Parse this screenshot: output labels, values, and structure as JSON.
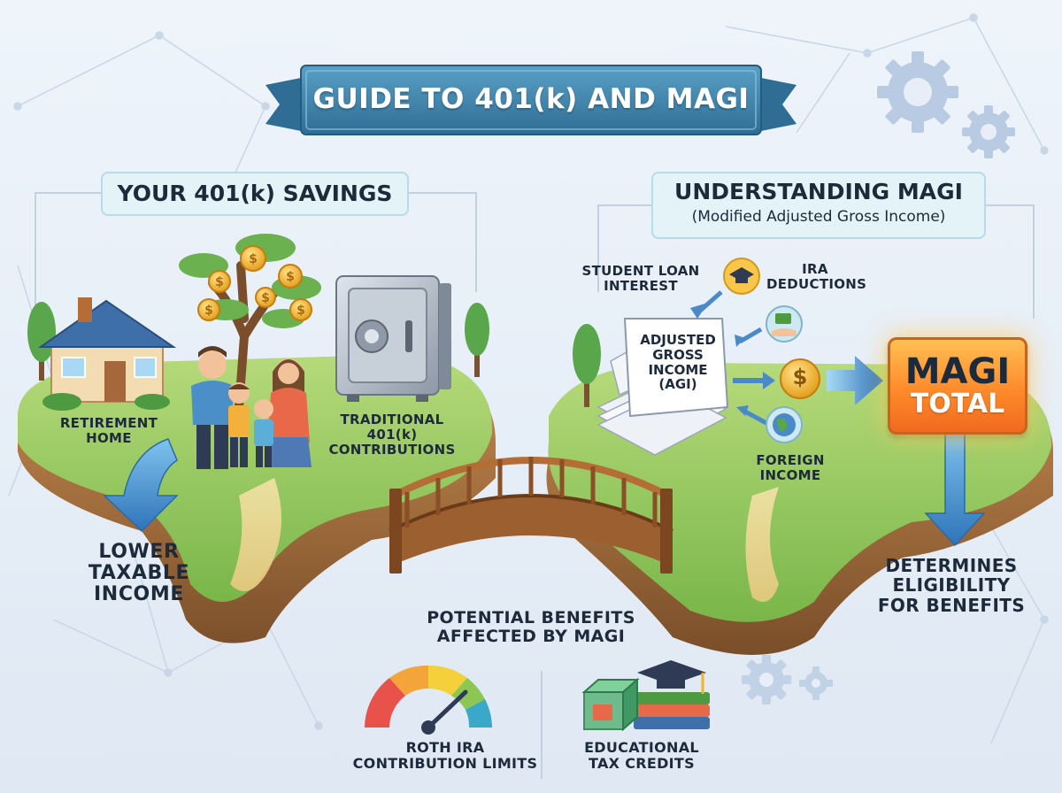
{
  "title": "GUIDE TO 401(k) AND MAGI",
  "savings": {
    "heading": "YOUR 401(k) SAVINGS",
    "retirement_home": "RETIREMENT\nHOME",
    "traditional_contributions": "TRADITIONAL\n401(k)\nCONTRIBUTIONS",
    "lower_taxable_income": "LOWER\nTAXABLE\nINCOME"
  },
  "magi": {
    "heading": "UNDERSTANDING MAGI",
    "subheading": "(Modified Adjusted Gross Income)",
    "student_loan_interest": "STUDENT LOAN\nINTEREST",
    "ira_deductions": "IRA\nDEDUCTIONS",
    "agi_document": "ADJUSTED\nGROSS\nINCOME\n(AGI)",
    "foreign_income": "FOREIGN\nINCOME",
    "dollar_symbol": "$",
    "total_line1": "MAGI",
    "total_line2": "TOTAL",
    "determines_eligibility": "DETERMINES\nELIGIBILITY\nFOR BENEFITS"
  },
  "benefits": {
    "heading": "POTENTIAL BENEFITS\nAFFECTED BY MAGI",
    "roth_ira": "ROTH IRA\nCONTRIBUTION LIMITS",
    "education_credits": "EDUCATIONAL\nTAX CREDITS"
  },
  "colors": {
    "ribbon": "#3c7fa6",
    "grass": "#8cc653",
    "soil": "#a9733f",
    "arrow_blue": "#3b82c4",
    "magi_orange": "#ff8a2a",
    "coin": "#f4b323"
  },
  "icons": {
    "house": "house-icon",
    "money_tree": "money-tree-icon",
    "family": "family-icon",
    "safe": "safe-icon",
    "graduation_cap": "graduation-cap-icon",
    "money_hand": "money-hand-icon",
    "dollar_coin": "dollar-coin-icon",
    "globe": "globe-icon",
    "gauge": "gauge-icon",
    "books": "books-cap-icon",
    "gears": "gear-icon",
    "bridge": "bridge-icon"
  }
}
